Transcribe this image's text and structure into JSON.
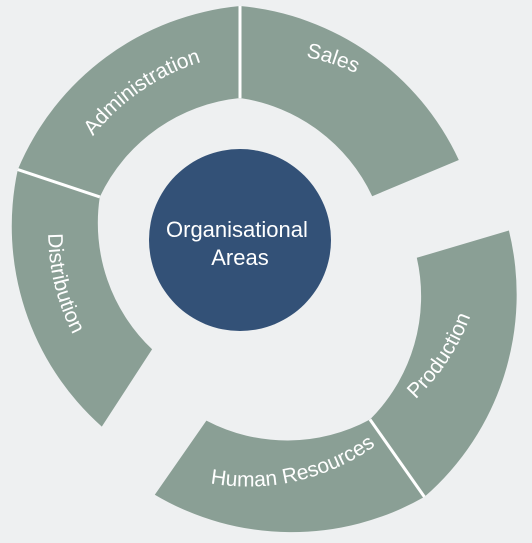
{
  "diagram": {
    "center_label_lines": [
      "Organisational",
      "Areas"
    ],
    "segments": [
      {
        "label": "Sales"
      },
      {
        "label": "Administration"
      },
      {
        "label": "Distribution"
      },
      {
        "label": "Production"
      },
      {
        "label": "Human Resources"
      }
    ]
  },
  "colors": {
    "background": "#eef0f1",
    "segment_fill": "#8a9f95",
    "segment_separator": "#ffffff",
    "hub_fill": "#335177",
    "label_text": "#ffffff"
  }
}
